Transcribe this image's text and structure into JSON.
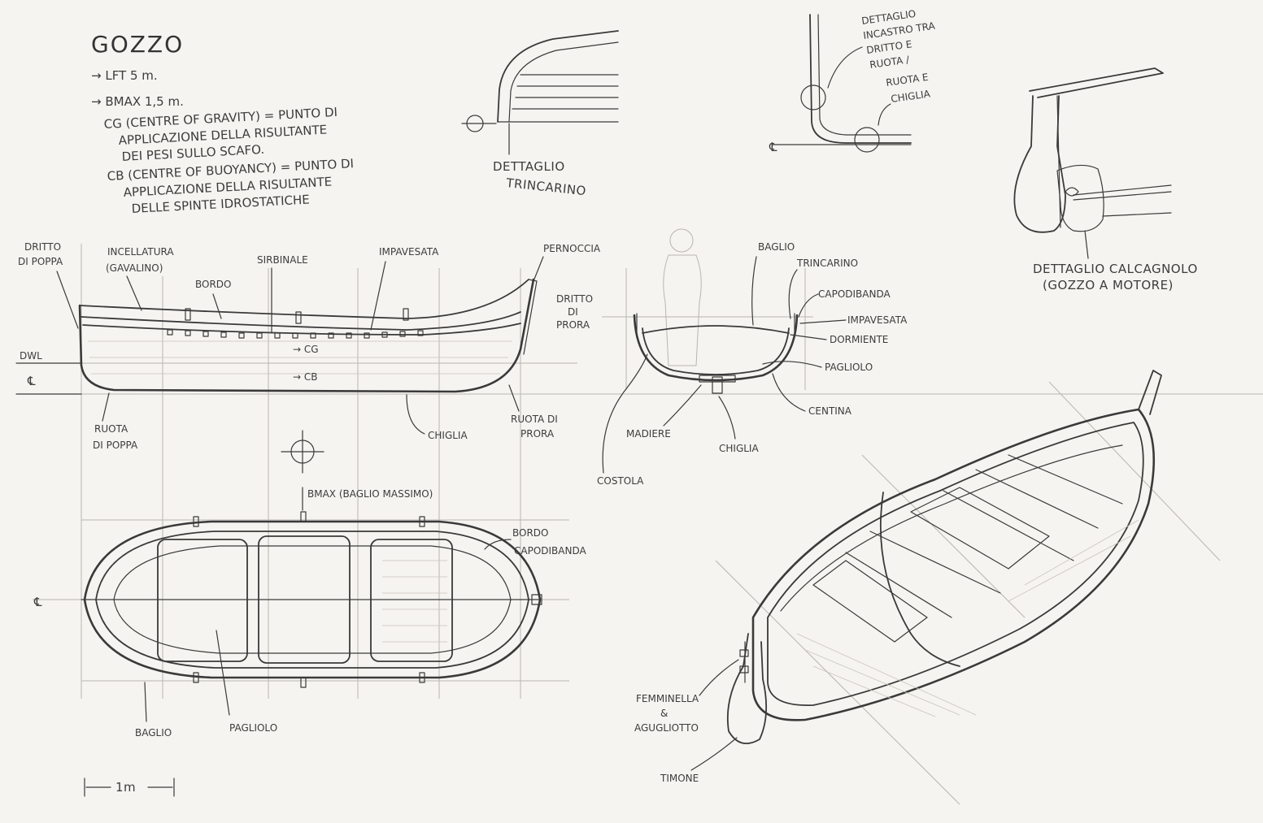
{
  "title": "GOZZO",
  "specs": {
    "lft": "→ LFT 5 m.",
    "bmax": "→ BMAX 1,5 m.",
    "cg_line1": "CG (CENTRE OF GRAVITY) = PUNTO DI",
    "cg_line2": "APPLICAZIONE DELLA RISULTANTE",
    "cg_line3": "DEI PESI SULLO SCAFO.",
    "cb_line1": "CB (CENTRE OF BUOYANCY) = PUNTO DI",
    "cb_line2": "APPLICAZIONE DELLA RISULTANTE",
    "cb_line3": "DELLE SPINTE IDROSTATICHE"
  },
  "details": {
    "trincarino_1": "DETTAGLIO",
    "trincarino_2": "TRINCARINO",
    "incastro_1": "DETTAGLIO",
    "incastro_2": "INCASTRO TRA",
    "incastro_3": "DRITTO E",
    "incastro_4": "RUOTA /",
    "incastro_5": "RUOTA E",
    "incastro_6": "CHIGLIA",
    "calcagnolo_1": "DETTAGLIO CALCAGNOLO",
    "calcagnolo_2": "(GOZZO A MOTORE)",
    "centerline": "℄"
  },
  "side_view": {
    "dritto_poppa_1": "DRITTO",
    "dritto_poppa_2": "DI POPPA",
    "incellatura_1": "INCELLATURA",
    "incellatura_2": "(GAVALINO)",
    "bordo": "BORDO",
    "sirbinale": "SIRBINALE",
    "impavesata": "IMPAVESATA",
    "pernaccia": "PERNOCCIA",
    "dritto_prora_1": "DRITTO",
    "dritto_prora_2": "DI",
    "dritto_prora_3": "PRORA",
    "dwl": "DWL",
    "centerline": "℄",
    "cg": "→ CG",
    "cb": "→ CB",
    "ruota_poppa_1": "RUOTA",
    "ruota_poppa_2": "DI POPPA",
    "chiglia": "CHIGLIA",
    "ruota_prora_1": "RUOTA DI",
    "ruota_prora_2": "PRORA"
  },
  "section_view": {
    "baglio": "BAGLIO",
    "trincarino": "TRINCARINO",
    "capodibanda": "CAPODIBANDA",
    "impavesata": "IMPAVESATA",
    "dormiente": "DORMIENTE",
    "pagliolo": "PAGLIOLO",
    "centina": "CENTINA",
    "madiere": "MADIERE",
    "chiglia": "CHIGLIA",
    "costola": "COSTOLA"
  },
  "plan_view": {
    "bmax": "BMAX (BAGLIO MASSIMO)",
    "bordo": "BORDO",
    "capodibanda": "CAPODIBANDA",
    "centerline": "℄",
    "baglio": "BAGLIO",
    "pagliolo": "PAGLIOLO",
    "scale": "1m"
  },
  "perspective_view": {
    "femminella_1": "FEMMINELLA",
    "femminella_2": "&",
    "femminella_3": "AGUGLIOTTO",
    "timone": "TIMONE"
  }
}
